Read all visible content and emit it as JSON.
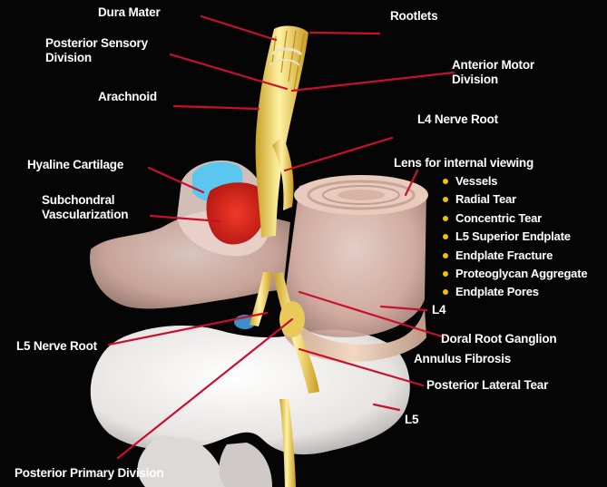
{
  "labels": {
    "dura_mater": "Dura Mater",
    "rootlets": "Rootlets",
    "posterior_sensory_division": "Posterior Sensory\nDivision",
    "anterior_motor_division": "Anterior Motor\nDivision",
    "arachnoid": "Arachnoid",
    "l4_nerve_root": "L4 Nerve Root",
    "hyaline_cartilage": "Hyaline Cartilage",
    "lens_heading": "Lens for internal viewing",
    "subchondral_vascularization": "Subchondral\nVascularization",
    "l4": "L4",
    "l5_nerve_root": "L5 Nerve Root",
    "doral_root_ganglion": "Doral Root Ganglion",
    "annulus_fibrosis": "Annulus Fibrosis",
    "posterior_lateral_tear": "Posterior Lateral Tear",
    "l5": "L5",
    "posterior_primary_division": "Posterior Primary Division"
  },
  "lens_items": [
    "Vessels",
    "Radial Tear",
    "Concentric Tear",
    "L5 Superior Endplate",
    "Endplate Fracture",
    "Proteoglycan Aggregate",
    "Endplate Pores"
  ],
  "colors": {
    "leader_line": "#c8102e",
    "bullet": "#f2c200",
    "label_text": "#ffffff",
    "background": "#050505"
  }
}
